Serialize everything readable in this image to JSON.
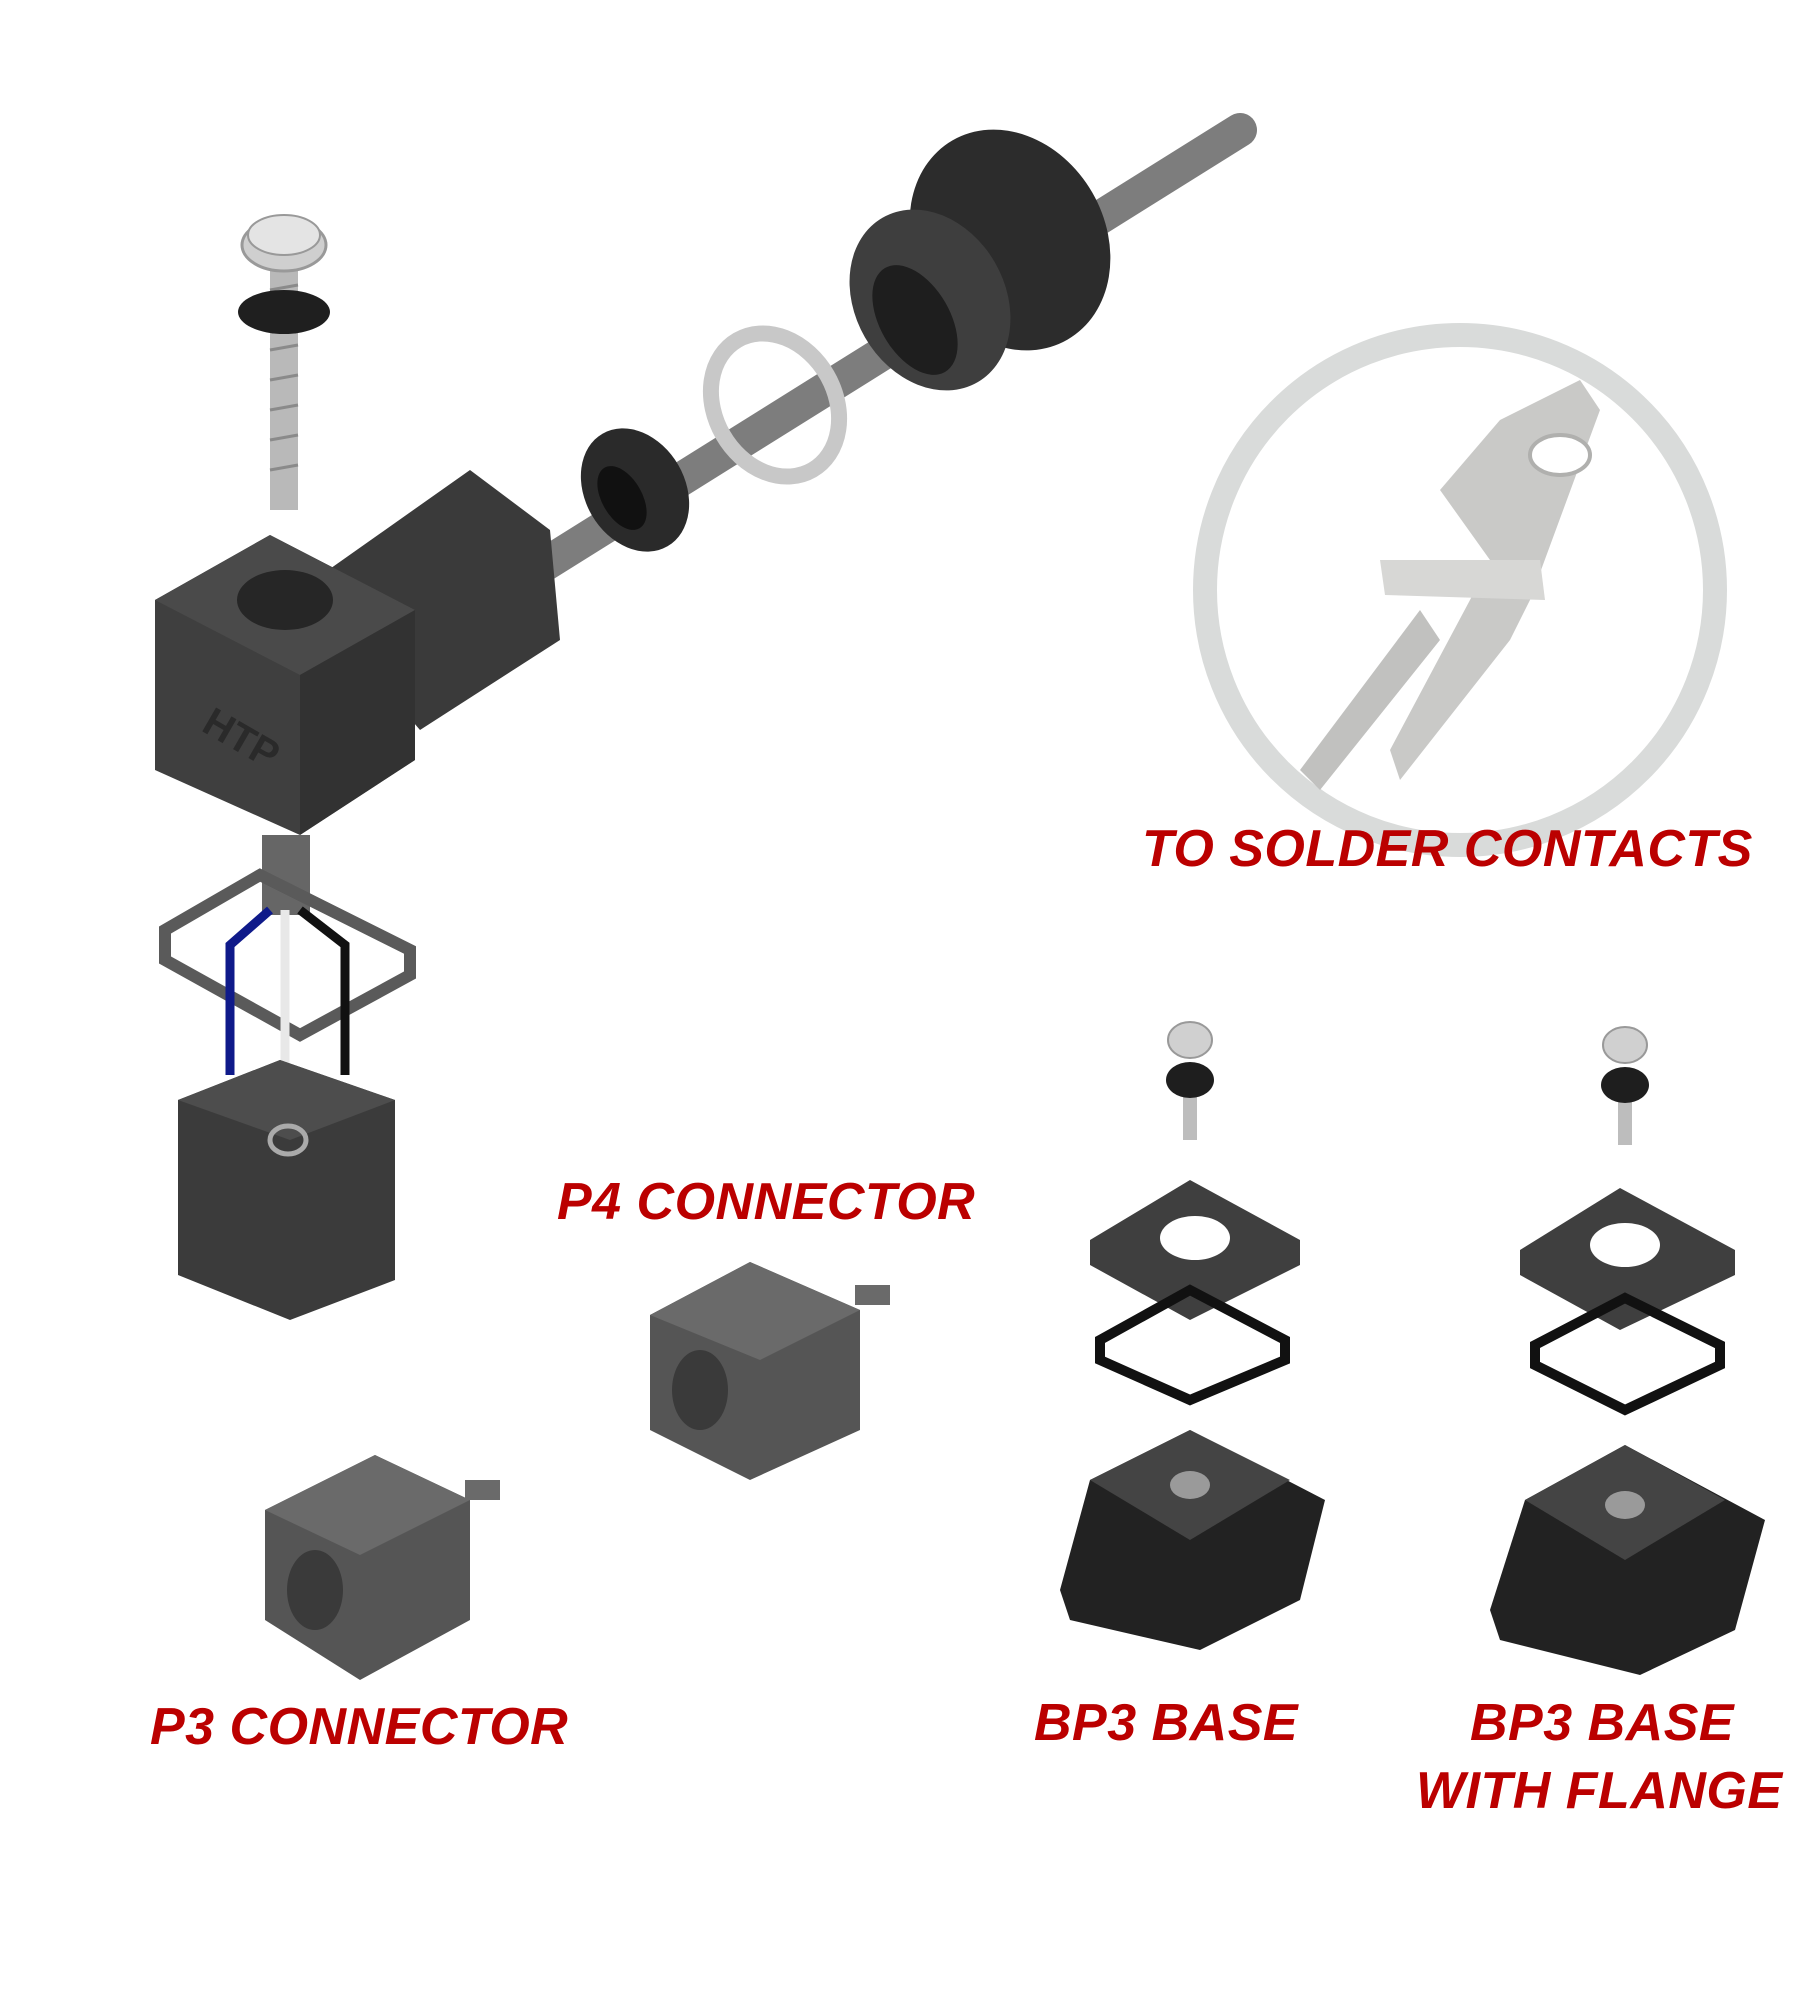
{
  "labels": {
    "solder_contacts": "TO SOLDER CONTACTS",
    "p4_connector": "P4 CONNECTOR",
    "p3_connector": "P3 CONNECTOR",
    "bp3_base": "BP3 BASE",
    "bp3_base_flange_line1": "BP3 BASE",
    "bp3_base_flange_line2": "WITH FLANGE"
  },
  "logo_text": "HTP",
  "colors": {
    "label": "#bb0000",
    "part_dark": "#3a3a3a",
    "part_mid": "#5a5a5a",
    "highlight_ring": "#d9dbda"
  }
}
